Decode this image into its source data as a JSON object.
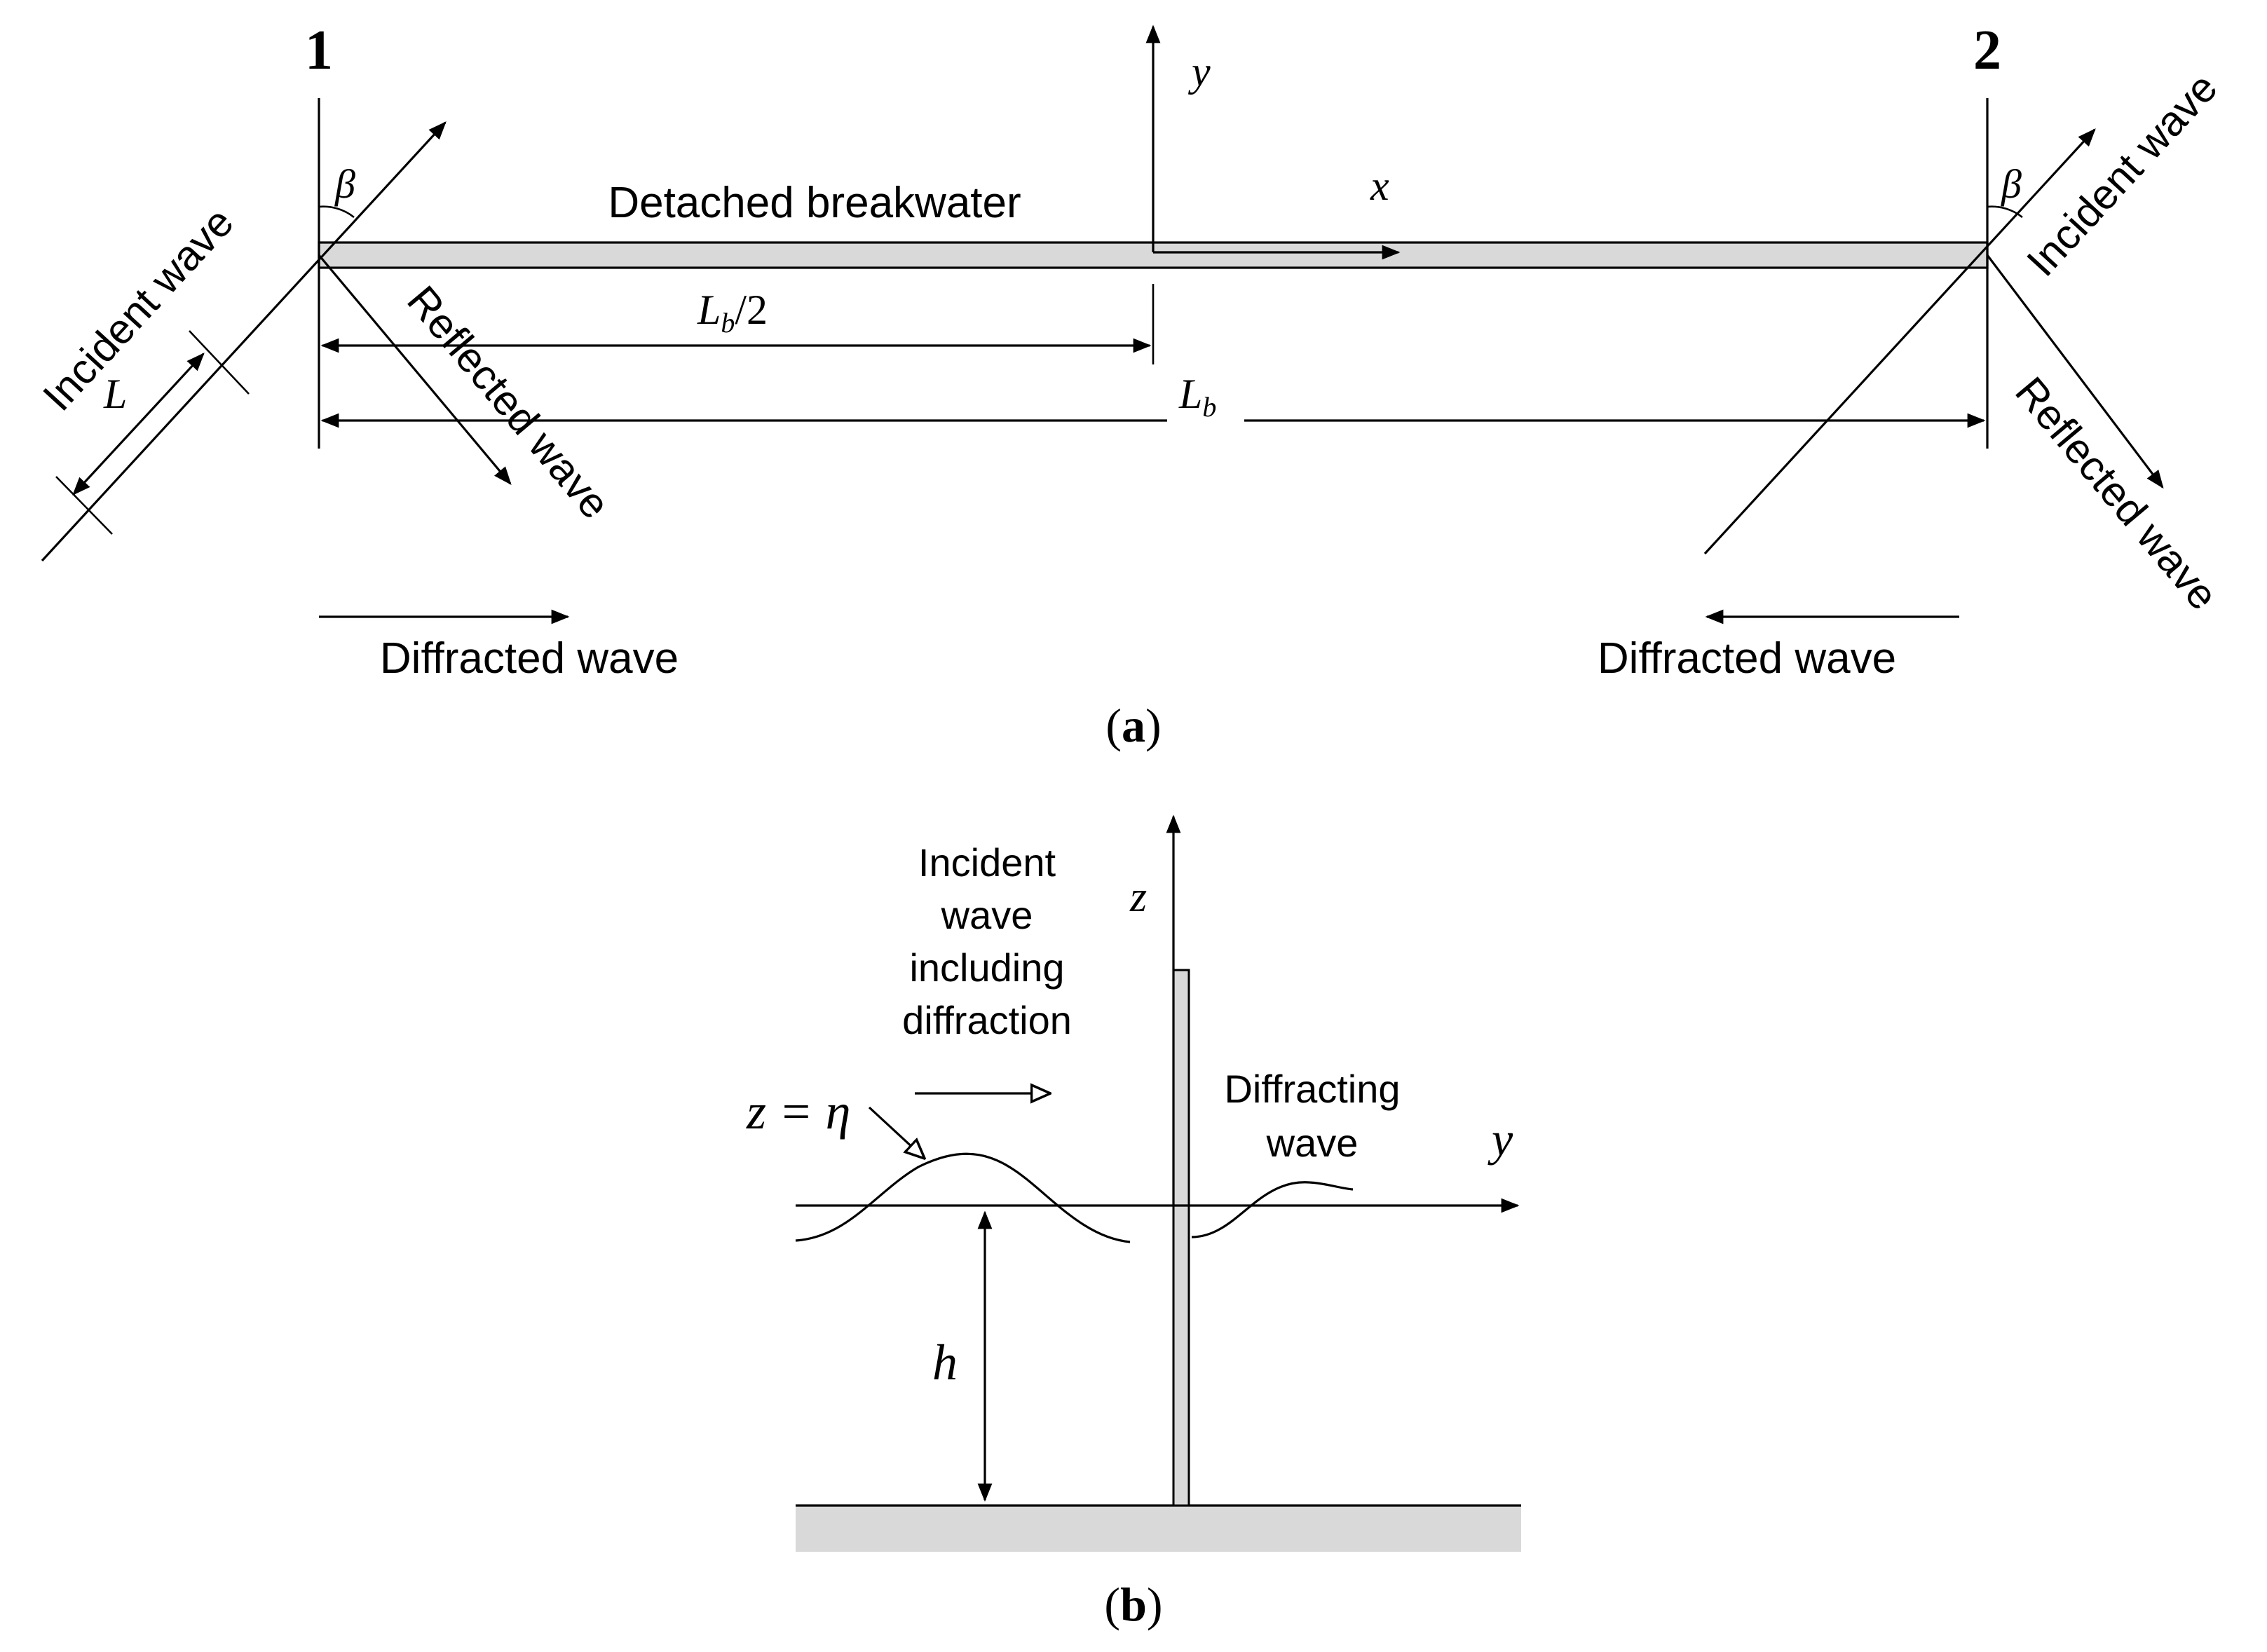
{
  "panel_a": {
    "label_open": "(",
    "label_letter": "a",
    "label_close": ")",
    "end_1": "1",
    "end_2": "2",
    "axis_y": "y",
    "axis_x": "x",
    "breakwater": "Detached breakwater",
    "beta": "β",
    "incident_wave": "Incident wave",
    "reflected_wave": "Reflected wave",
    "diffracted_wave": "Diffracted wave",
    "wavelength": "L",
    "half_length_L": "L",
    "half_length_sub": "b",
    "half_length_tail": "/2",
    "length_L": "L",
    "length_sub": "b"
  },
  "panel_b": {
    "label_open": "(",
    "label_letter": "b",
    "label_close": ")",
    "axis_z": "z",
    "axis_y": "y",
    "incident_line1": "Incident",
    "incident_line2": "wave",
    "incident_line3": "including",
    "incident_line4": "diffraction",
    "surface_eq": "z = η",
    "diffracting_line1": "Diffracting",
    "diffracting_line2": "wave",
    "depth": "h"
  },
  "colors": {
    "structure_fill": "#d9d9d9",
    "ink": "#000000"
  }
}
